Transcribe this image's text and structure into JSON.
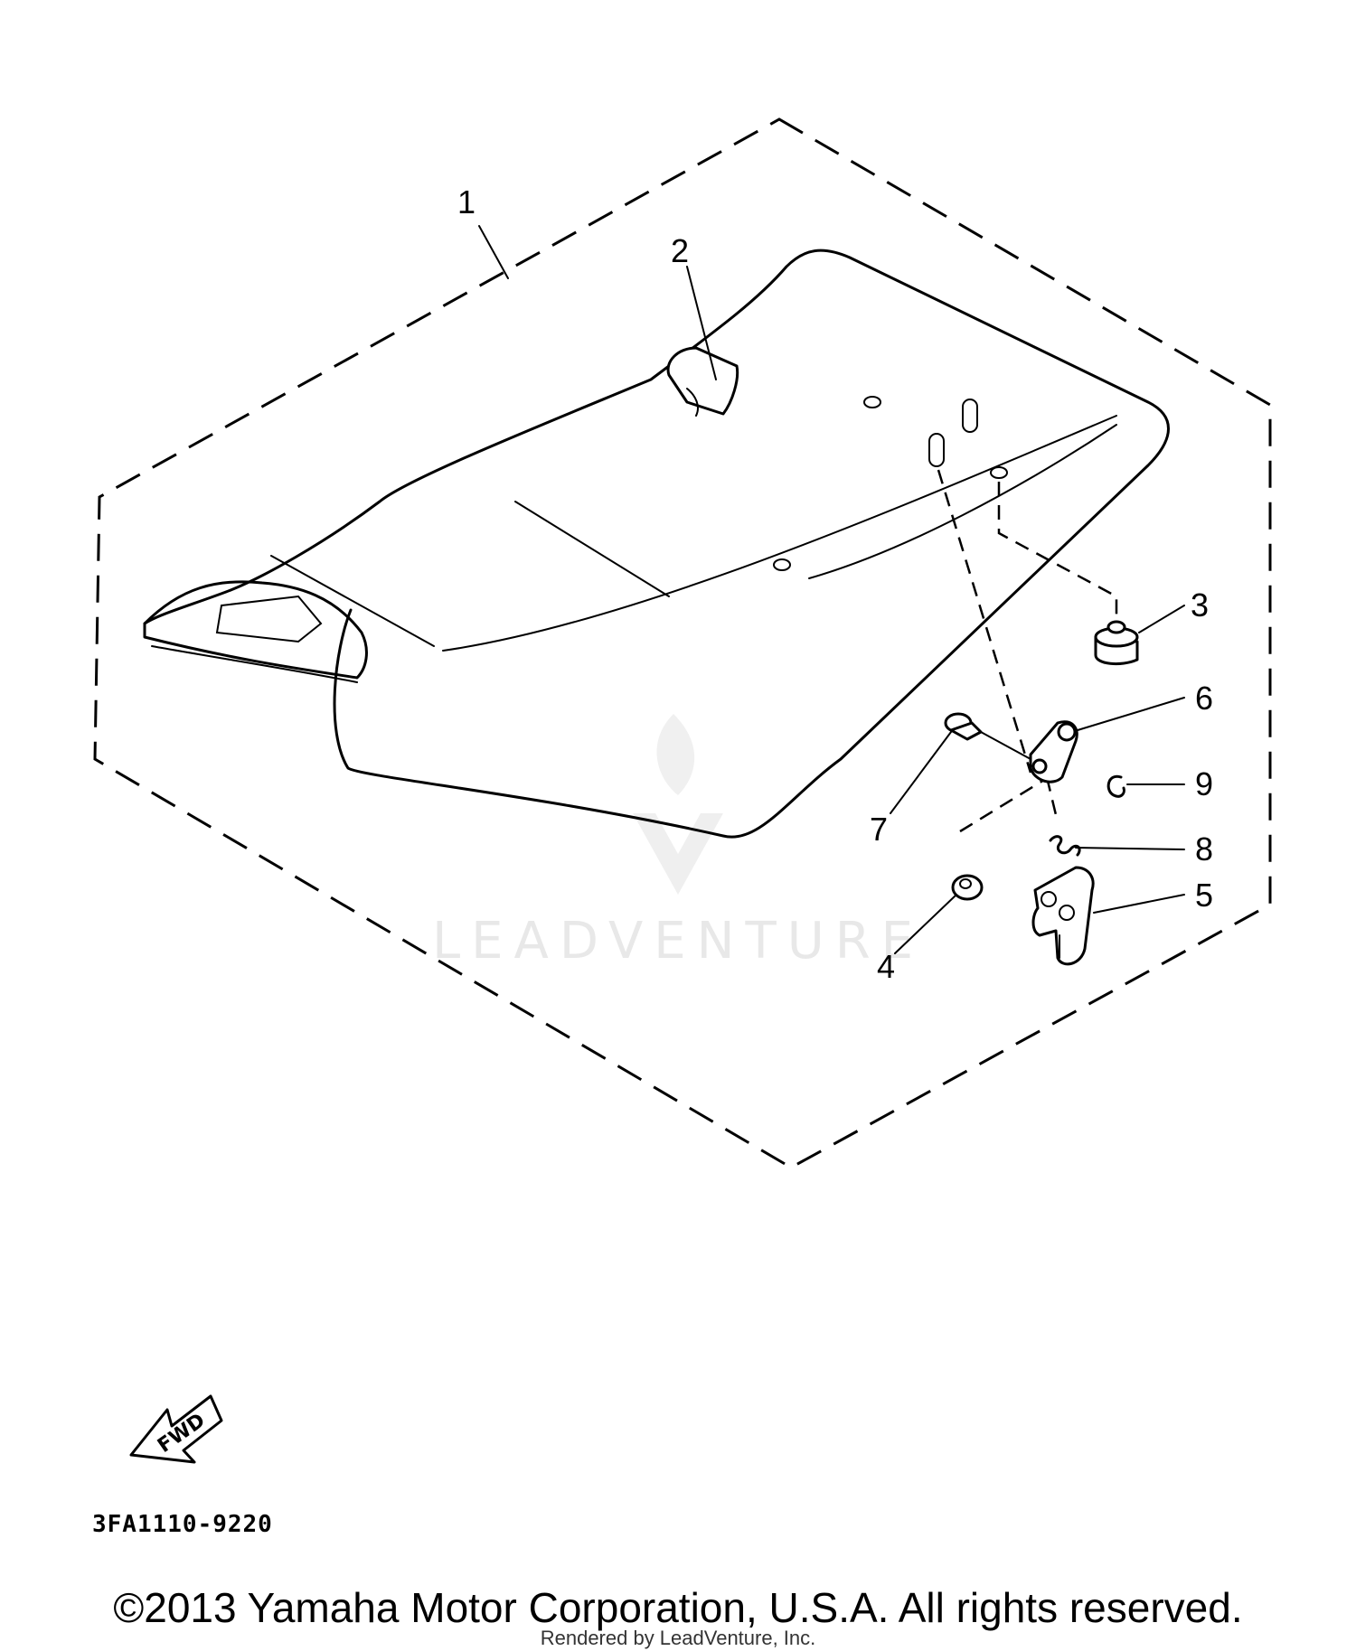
{
  "callouts": [
    "1",
    "2",
    "3",
    "4",
    "5",
    "6",
    "7",
    "8",
    "9"
  ],
  "fwd_label": "FWD",
  "diagram_code": "3FA1110-9220",
  "watermark": "LEADVENTURE",
  "copyright": "©2013 Yamaha Motor Corporation, U.S.A. All rights reserved.",
  "rendered_by": "Rendered by LeadVenture, Inc."
}
